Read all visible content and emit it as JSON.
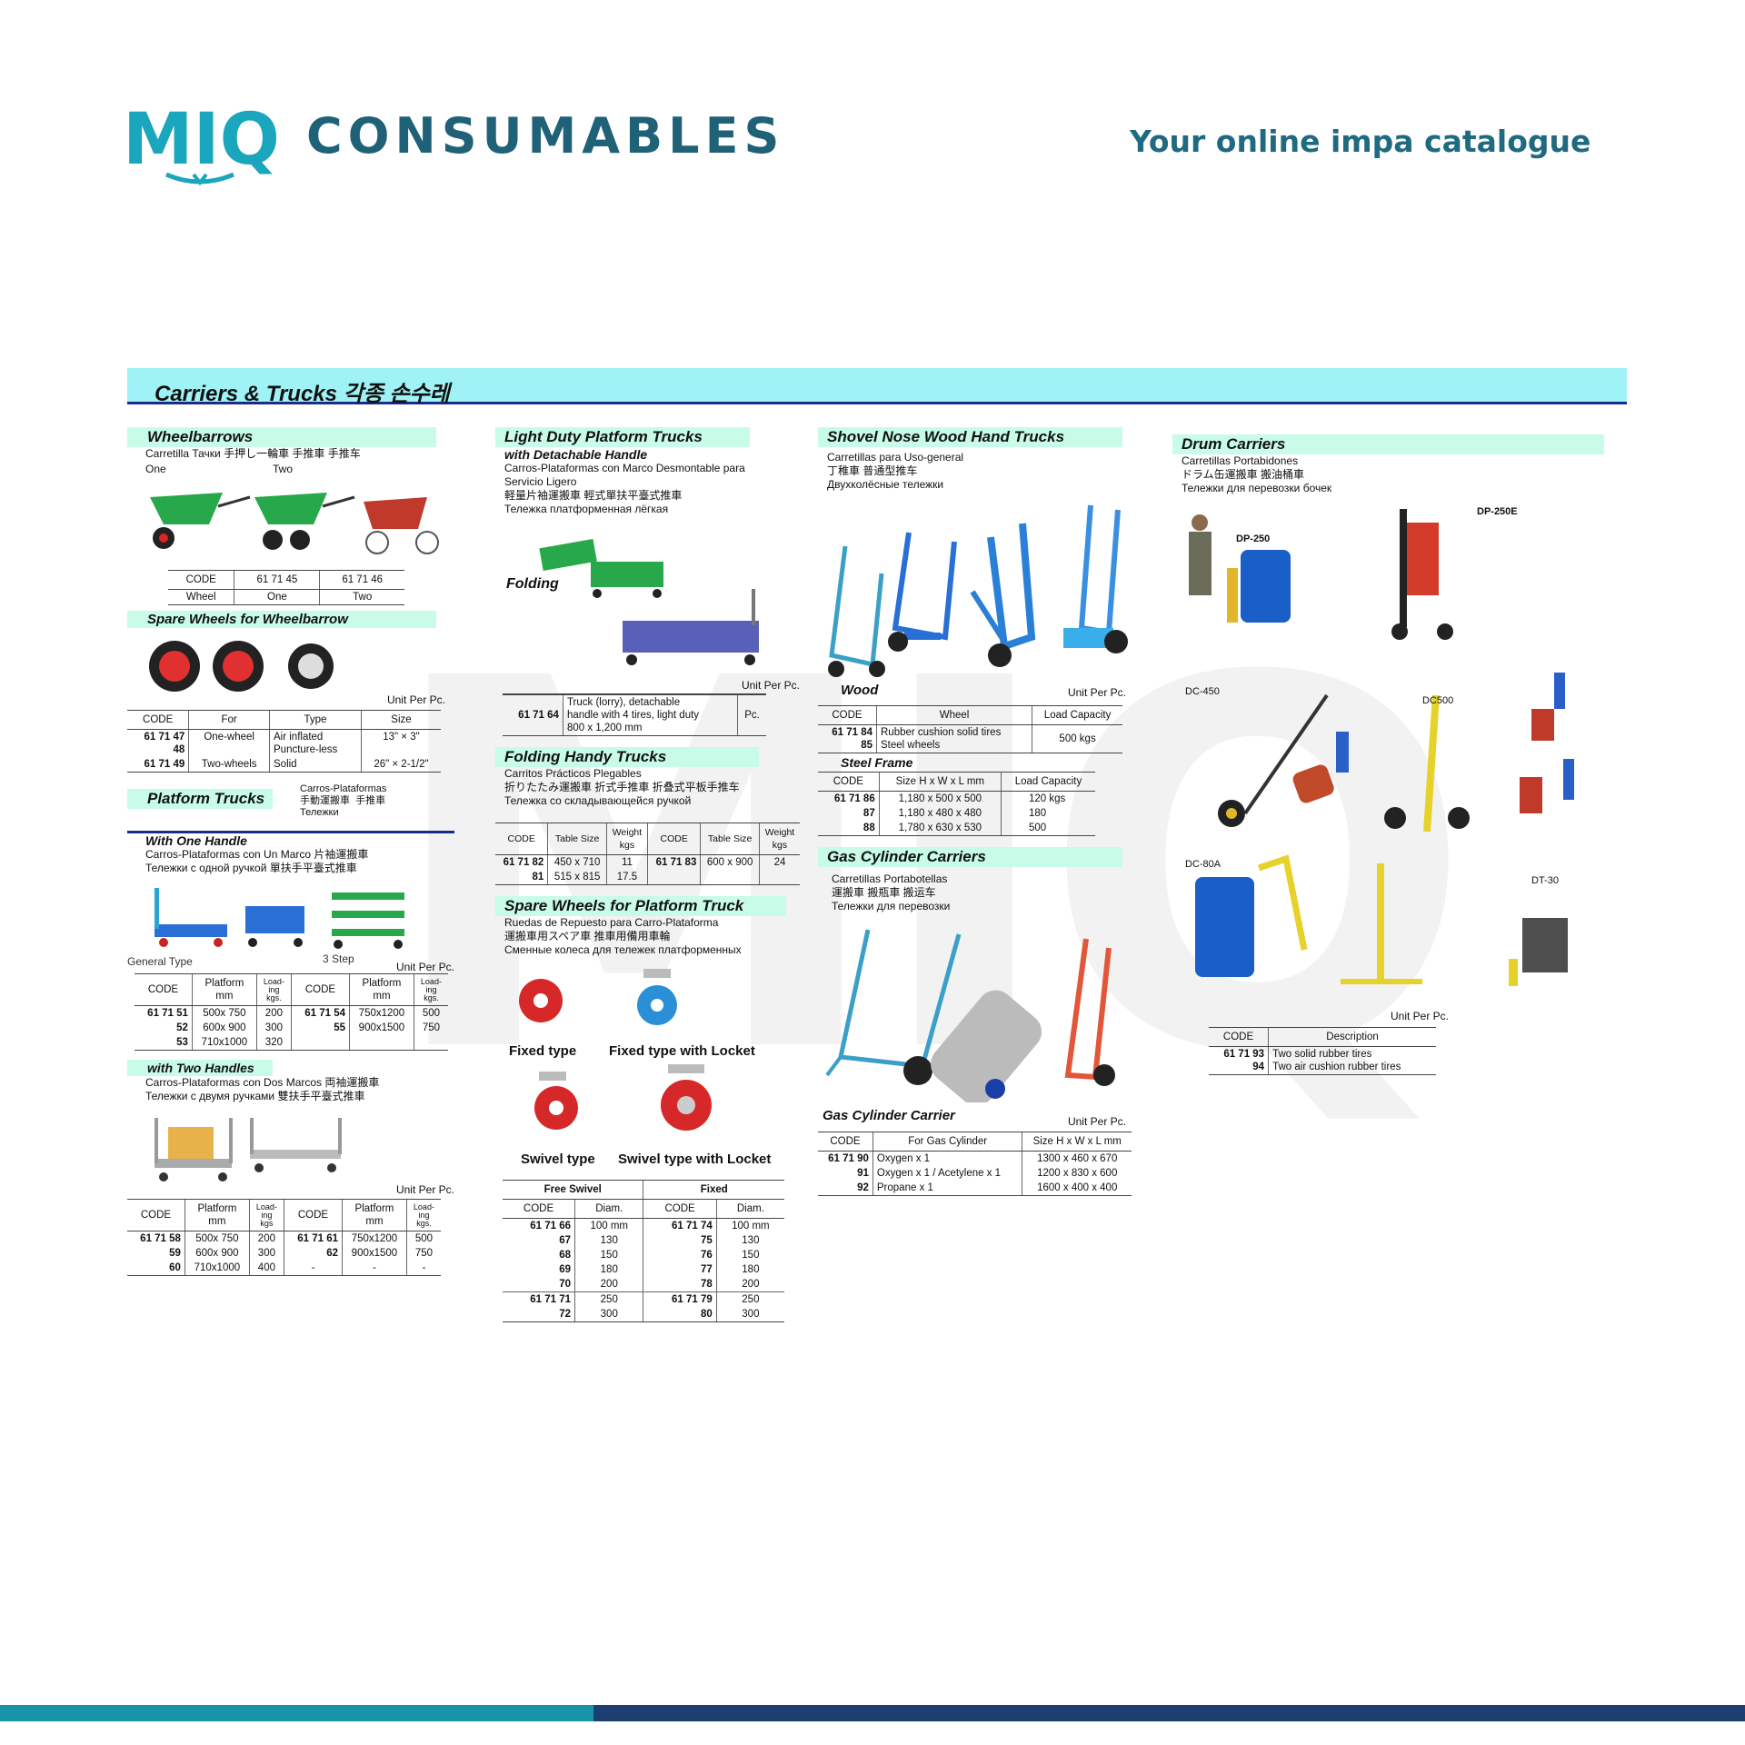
{
  "header": {
    "logo_text": "MIQ",
    "brand_word": "CONSUMABLES",
    "tagline": "Your online impa catalogue"
  },
  "colors": {
    "brand_teal": "#1aa6bd",
    "brand_navy": "#1f6177",
    "band_cyan": "#9ff2f5",
    "section_green": "#c8fbe8",
    "bottom_bar_left": "#1794a8",
    "bottom_bar_right": "#1d3f70"
  },
  "catalog": {
    "band_title": "Carriers & Trucks  각종 손수레",
    "wheelbarrows": {
      "title": "Wheelbarrows",
      "subtitle": "Carretilla  Тачки  手押し一輪車  手推車  手推车",
      "label_one": "One",
      "label_two": "Two",
      "table": {
        "headers": [
          "CODE",
          "61 71 45",
          "61 71 46"
        ],
        "rows": [
          [
            "Wheel",
            "One",
            "Two"
          ]
        ]
      }
    },
    "spare_wheels_wb": {
      "title": "Spare Wheels for Wheelbarrow",
      "unit": "Unit Per Pc.",
      "headers": [
        "CODE",
        "For",
        "Type",
        "Size"
      ],
      "rows": [
        [
          "61 71 47\n48",
          "One-wheel",
          "Air inflated\nPuncture-less",
          "13\" × 3\""
        ],
        [
          "61 71 49",
          "Two-wheels",
          "Solid",
          "26\" × 2-1/2\""
        ]
      ]
    },
    "platform_trucks": {
      "title": "Platform Trucks",
      "subtitle": "Carros-Plataformas\n手動運搬車  手推車\nТележки",
      "one_handle_title": "With One Handle",
      "one_handle_sub1": "Carros-Plataformas con Un Marco  片袖運搬車",
      "one_handle_sub2": "Тележки с одной ручкой  單扶手平臺式推車",
      "label_general": "General Type",
      "label_step": "3 Step",
      "unit": "Unit Per Pc.",
      "one_headers": [
        "CODE",
        "Platform\nmm",
        "Load-\ning\nkgs.",
        "CODE",
        "Platform\nmm",
        "Load-\ning\nkgs."
      ],
      "one_rows": [
        [
          "61 71 51",
          "500x 750",
          "200",
          "61 71 54",
          "750x1200",
          "500"
        ],
        [
          "52",
          "600x 900",
          "300",
          "55",
          "900x1500",
          "750"
        ],
        [
          "53",
          "710x1000",
          "320",
          "",
          "",
          ""
        ]
      ],
      "two_handles_title": "with Two Handles",
      "two_handles_sub1": "Carros-Plataformas con Dos Marcos  両袖運搬車",
      "two_handles_sub2": "Тележки с двумя ручками  雙扶手平臺式推車",
      "unit2": "Unit Per Pc.",
      "two_headers": [
        "CODE",
        "Platform\nmm",
        "Load-\ning\nkgs",
        "CODE",
        "Platform\nmm",
        "Load-\ning\nkgs."
      ],
      "two_rows": [
        [
          "61 71 58",
          "500x 750",
          "200",
          "61 71 61",
          "750x1200",
          "500"
        ],
        [
          "59",
          "600x 900",
          "300",
          "62",
          "900x1500",
          "750"
        ],
        [
          "60",
          "710x1000",
          "400",
          "-",
          "-",
          "-"
        ]
      ]
    },
    "light_duty": {
      "title": "Light Duty Platform Trucks",
      "title2": "with Detachable Handle",
      "sub1": "Carros-Plataformas con Marco Desmontable para",
      "sub2": "Servicio Ligero",
      "sub3": "軽量片袖運搬車    輕式單扶平臺式推車",
      "sub4": "Тележка платформенная лёгкая",
      "label_folding": "Folding",
      "unit": "Unit Per Pc.",
      "row": [
        "61 71 64",
        "Truck (lorry), detachable\nhandle with 4 tires, light duty\n800 x 1,200 mm",
        "Pc."
      ]
    },
    "folding_handy": {
      "title": "Folding Handy Trucks",
      "sub1": "Carritos Prácticos Plegables",
      "sub2": "折りたたみ運搬車  折式手推車  折叠式平板手推车",
      "sub3": "Тележка со складывающейся ручкой",
      "headers": [
        "CODE",
        "Table Size",
        "Weight\nkgs",
        "CODE",
        "Table Size",
        "Weight\nkgs"
      ],
      "rows": [
        [
          "61 71 82",
          "450 x 710",
          "11",
          "61 71 83",
          "600 x 900",
          "24"
        ],
        [
          "81",
          "515 x 815",
          "17.5",
          "",
          "",
          ""
        ]
      ]
    },
    "spare_wheels_pt": {
      "title": "Spare Wheels for Platform Truck",
      "sub1": "Ruedas de Repuesto para Carro-Plataforma",
      "sub2": "運搬車用スペア車    推車用備用車輪",
      "sub3": "Сменные колеса для тележек платформенных",
      "label_fixed": "Fixed type",
      "label_fixed_locket": "Fixed type with Locket",
      "label_swivel": "Swivel type",
      "label_swivel_locket": "Swivel type with Locket",
      "group_left": "Free Swivel",
      "group_right": "Fixed",
      "headers": [
        "CODE",
        "Diam.",
        "CODE",
        "Diam."
      ],
      "rows": [
        [
          "61 71 66",
          "100 mm",
          "61 71 74",
          "100 mm"
        ],
        [
          "67",
          "130",
          "75",
          "130"
        ],
        [
          "68",
          "150",
          "76",
          "150"
        ],
        [
          "69",
          "180",
          "77",
          "180"
        ],
        [
          "70",
          "200",
          "78",
          "200"
        ]
      ],
      "rows2": [
        [
          "61 71 71",
          "250",
          "61 71 79",
          "250"
        ],
        [
          "72",
          "300",
          "80",
          "300"
        ]
      ]
    },
    "shovel_nose": {
      "title": "Shovel Nose Wood Hand Trucks",
      "sub1": "Carretillas para Uso-general",
      "sub2": "丁稚車   普通型推车",
      "sub3": "Двухколёсные тележки",
      "wood_title": "Wood",
      "unit": "Unit Per Pc.",
      "wood_headers": [
        "CODE",
        "Wheel",
        "Load Capacity"
      ],
      "wood_rows": [
        [
          "61 71 84\n85",
          "Rubber cushion solid tires\nSteel wheels",
          "500 kgs"
        ]
      ],
      "steel_title": "Steel Frame",
      "steel_headers": [
        "CODE",
        "Size H x W x L mm",
        "Load Capacity"
      ],
      "steel_rows": [
        [
          "61 71 86",
          "1,180 x 500 x 500",
          "120  kgs"
        ],
        [
          "87",
          "1,180 x 480 x 480",
          "180"
        ],
        [
          "88",
          "1,780 x 630 x 530",
          "500"
        ]
      ]
    },
    "gas_cylinder": {
      "title": "Gas Cylinder Carriers",
      "sub1": "Carretillas Portabotellas",
      "sub2": "運搬車    搬瓶車  搬运车",
      "sub3": "Тележки для перевозки",
      "caption": "Gas Cylinder Carrier",
      "unit": "Unit Per Pc.",
      "headers": [
        "CODE",
        "For Gas Cylinder",
        "Size H x W x L mm"
      ],
      "rows": [
        [
          "61 71 90",
          "Oxygen x 1",
          "1300 x 460 x 670"
        ],
        [
          "91",
          "Oxygen x 1 / Acetylene x 1",
          "1200 x 830 x 600"
        ],
        [
          "92",
          "Propane x 1",
          "1600 x 400 x 400"
        ]
      ]
    },
    "drum_carriers": {
      "title": "Drum Carriers",
      "sub1": "Carretillas Portabidones",
      "sub2": "ドラム缶運搬車    搬油桶車",
      "sub3": "Тележки для перевозки бочек",
      "model_labels": [
        "DP-250",
        "DP-250E",
        "DC-450",
        "DC500",
        "DC-80A",
        "DT-30"
      ],
      "unit": "Unit Per Pc.",
      "headers": [
        "CODE",
        "Description"
      ],
      "rows": [
        [
          "61 71 93\n94",
          "Two solid rubber tires\nTwo air cushion rubber tires"
        ]
      ]
    }
  }
}
